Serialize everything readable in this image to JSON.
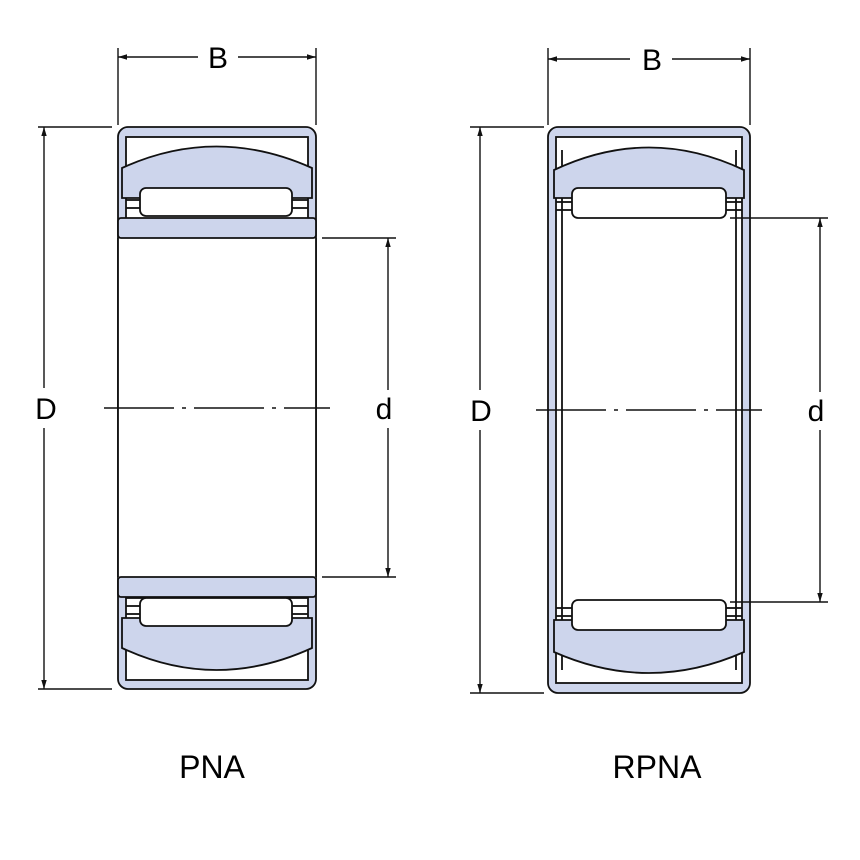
{
  "colors": {
    "fill": "#cdd5ec",
    "stroke": "#111111",
    "background": "#ffffff"
  },
  "diagram": {
    "left": {
      "caption": "PNA",
      "width_label": "B",
      "outer_label": "D",
      "bore_label": "d"
    },
    "right": {
      "caption": "RPNA",
      "width_label": "B",
      "outer_label": "D",
      "bore_label": "d"
    }
  }
}
